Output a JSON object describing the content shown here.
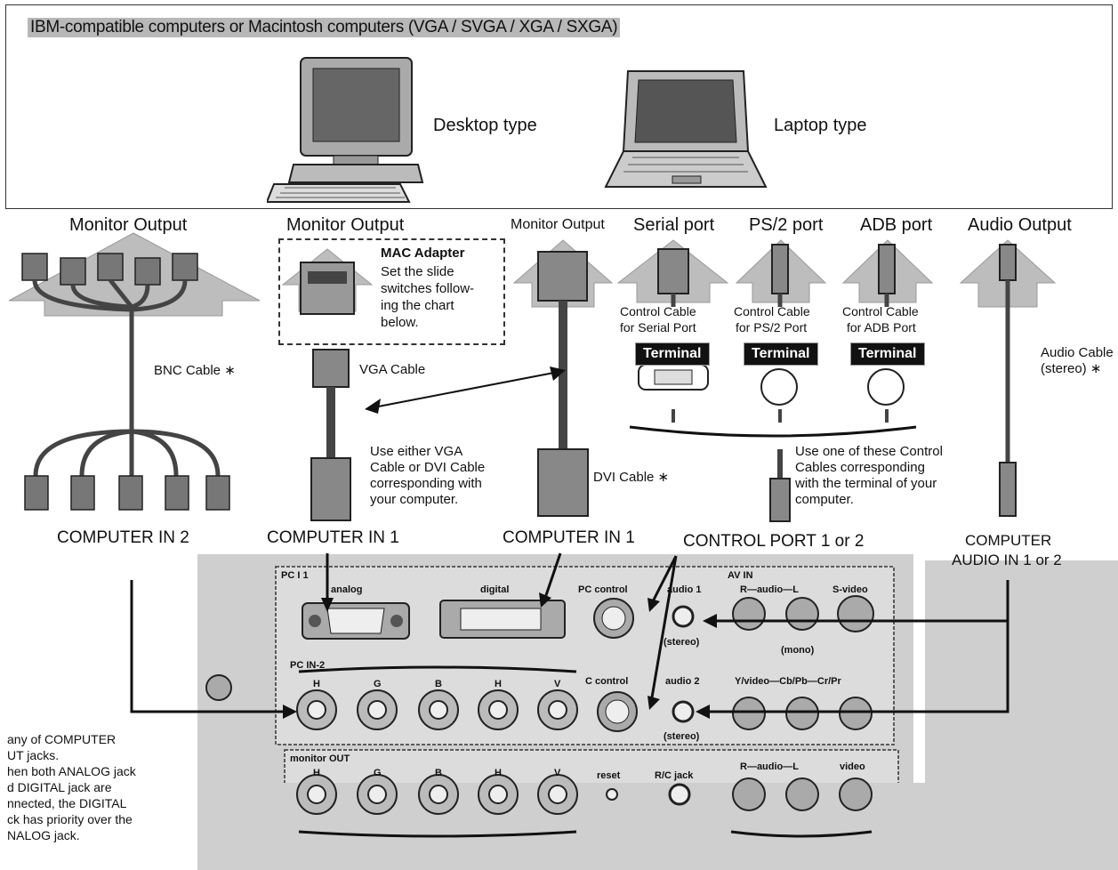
{
  "header": {
    "title": "IBM-compatible computers or Macintosh computers (VGA / SVGA / XGA / SXGA)",
    "desktop_label": "Desktop type",
    "laptop_label": "Laptop type"
  },
  "sources": {
    "monitor_output_1": "Monitor Output",
    "monitor_output_2": "Monitor Output",
    "monitor_output_3": "Monitor Output",
    "serial_port": "Serial port",
    "ps2_port": "PS/2 port",
    "adb_port": "ADB port",
    "audio_output": "Audio Output"
  },
  "mac_adapter": {
    "title": "MAC Adapter",
    "lines": [
      "Set the slide",
      "switches follow-",
      "ing the chart",
      "below."
    ]
  },
  "cables": {
    "bnc": "BNC Cable ∗",
    "vga": "VGA Cable",
    "dvi": "DVI Cable ∗",
    "audio_l1": "Audio Cable",
    "audio_l2": "(stereo) ∗",
    "ctrl_serial_l1": "Control Cable",
    "ctrl_serial_l2": "for Serial Port",
    "ctrl_ps2_l1": "Control Cable",
    "ctrl_ps2_l2": "for PS/2 Port",
    "ctrl_adb_l1": "Control Cable",
    "ctrl_adb_l2": "for ADB Port",
    "terminal": "Terminal"
  },
  "notes": {
    "vga_dvi": [
      "Use either VGA",
      "Cable or DVI Cable",
      "corresponding with",
      "your computer."
    ],
    "control": [
      "Use one of these Control",
      "Cables corresponding",
      "with the terminal of your",
      "computer."
    ],
    "left": [
      "any of COMPUTER",
      "UT jacks.",
      "hen both ANALOG jack",
      "d DIGITAL jack are",
      "nnected, the DIGITAL",
      "ck has priority over the",
      "NALOG jack."
    ]
  },
  "targets": {
    "computer_in_2": "COMPUTER IN 2",
    "computer_in_1a": "COMPUTER IN 1",
    "computer_in_1b": "COMPUTER IN 1",
    "control_port": "CONTROL PORT 1 or 2",
    "audio_in_l1": "COMPUTER",
    "audio_in_l2": "AUDIO IN 1 or 2"
  },
  "panel": {
    "pc_in1": "PC I  1",
    "analog": "analog",
    "digital": "digital",
    "pc_control": "PC  control",
    "audio1": "audio 1",
    "stereo1": "(stereo)",
    "av_in": "AV IN",
    "r_audio_l": "R—audio—L",
    "s_video": "S-video",
    "mono": "(mono)",
    "pc_in2": "PC  IN-2",
    "h": "H",
    "g": "G",
    "b": "B",
    "v": "V",
    "c_control": "C  control",
    "audio2": "audio 2",
    "stereo2": "(stereo)",
    "yvideo": "Y/video—Cb/Pb—Cr/Pr",
    "monitor_out": "monitor  OUT",
    "reset": "reset",
    "rc_jack": "R/C jack",
    "r_audio_l_out": "R—audio—L",
    "video": "video"
  }
}
